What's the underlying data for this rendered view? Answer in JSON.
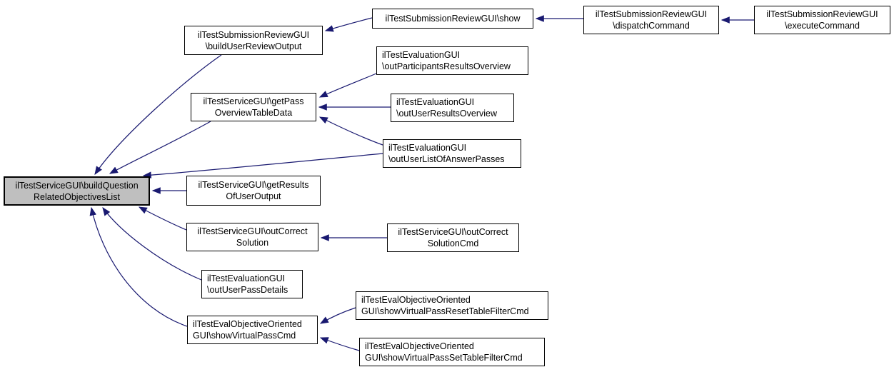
{
  "diagram": {
    "kind": "caller-graph",
    "background": "#ffffff",
    "node_fill": "#ffffff",
    "highlight_node_fill": "#bfbfbf",
    "node_border_color": "#000000",
    "edge_color": "#191970",
    "text_color": "#000000"
  },
  "nodes": [
    {
      "id": "buildQuestionRelatedObjectivesList",
      "label": "ilTestServiceGUI\\buildQuestion\nRelatedObjectivesList",
      "highlighted": true
    },
    {
      "id": "buildUserReviewOutput",
      "label": "ilTestSubmissionReviewGUI\n\\buildUserReviewOutput",
      "highlighted": false
    },
    {
      "id": "show",
      "label": "ilTestSubmissionReviewGUI\\show",
      "highlighted": false
    },
    {
      "id": "dispatchCommand",
      "label": "ilTestSubmissionReviewGUI\n\\dispatchCommand",
      "highlighted": false
    },
    {
      "id": "executeCommand",
      "label": "ilTestSubmissionReviewGUI\n\\executeCommand",
      "highlighted": false
    },
    {
      "id": "getPassOverviewTableData",
      "label": "ilTestServiceGUI\\getPass\nOverviewTableData",
      "highlighted": false
    },
    {
      "id": "outParticipantsResultsOverview",
      "label": "ilTestEvaluationGUI\n\\outParticipantsResultsOverview",
      "highlighted": false
    },
    {
      "id": "outUserResultsOverview",
      "label": "ilTestEvaluationGUI\n\\outUserResultsOverview",
      "highlighted": false
    },
    {
      "id": "outUserListOfAnswerPasses",
      "label": "ilTestEvaluationGUI\n\\outUserListOfAnswerPasses",
      "highlighted": false
    },
    {
      "id": "getResultsOfUserOutput",
      "label": "ilTestServiceGUI\\getResults\nOfUserOutput",
      "highlighted": false
    },
    {
      "id": "outCorrectSolution",
      "label": "ilTestServiceGUI\\outCorrect\nSolution",
      "highlighted": false
    },
    {
      "id": "outCorrectSolutionCmd",
      "label": "ilTestServiceGUI\\outCorrect\nSolutionCmd",
      "highlighted": false
    },
    {
      "id": "outUserPassDetails",
      "label": "ilTestEvaluationGUI\n\\outUserPassDetails",
      "highlighted": false
    },
    {
      "id": "showVirtualPassCmd",
      "label": "ilTestEvalObjectiveOriented\nGUI\\showVirtualPassCmd",
      "highlighted": false
    },
    {
      "id": "showVirtualPassResetTableFilterCmd",
      "label": "ilTestEvalObjectiveOriented\nGUI\\showVirtualPassResetTableFilterCmd",
      "highlighted": false
    },
    {
      "id": "showVirtualPassSetTableFilterCmd",
      "label": "ilTestEvalObjectiveOriented\nGUI\\showVirtualPassSetTableFilterCmd",
      "highlighted": false
    }
  ],
  "edges": [
    {
      "from": "buildUserReviewOutput",
      "to": "buildQuestionRelatedObjectivesList"
    },
    {
      "from": "getPassOverviewTableData",
      "to": "buildQuestionRelatedObjectivesList"
    },
    {
      "from": "outUserListOfAnswerPasses",
      "to": "buildQuestionRelatedObjectivesList"
    },
    {
      "from": "getResultsOfUserOutput",
      "to": "buildQuestionRelatedObjectivesList"
    },
    {
      "from": "outCorrectSolution",
      "to": "buildQuestionRelatedObjectivesList"
    },
    {
      "from": "outUserPassDetails",
      "to": "buildQuestionRelatedObjectivesList"
    },
    {
      "from": "showVirtualPassCmd",
      "to": "buildQuestionRelatedObjectivesList"
    },
    {
      "from": "show",
      "to": "buildUserReviewOutput"
    },
    {
      "from": "dispatchCommand",
      "to": "show"
    },
    {
      "from": "executeCommand",
      "to": "dispatchCommand"
    },
    {
      "from": "outParticipantsResultsOverview",
      "to": "getPassOverviewTableData"
    },
    {
      "from": "outUserResultsOverview",
      "to": "getPassOverviewTableData"
    },
    {
      "from": "outUserListOfAnswerPasses",
      "to": "getPassOverviewTableData"
    },
    {
      "from": "outCorrectSolutionCmd",
      "to": "outCorrectSolution"
    },
    {
      "from": "showVirtualPassResetTableFilterCmd",
      "to": "showVirtualPassCmd"
    },
    {
      "from": "showVirtualPassSetTableFilterCmd",
      "to": "showVirtualPassCmd"
    }
  ]
}
